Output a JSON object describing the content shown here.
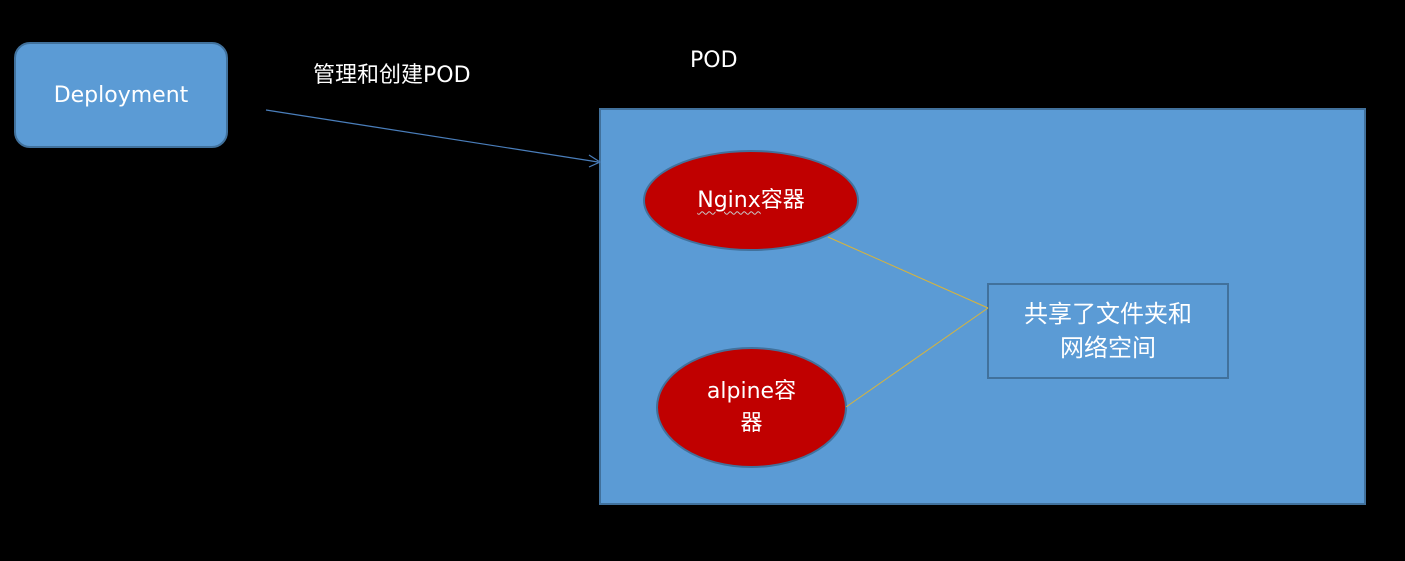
{
  "deployment": {
    "label": "Deployment"
  },
  "arrow_label": "管理和创建POD",
  "pod_label": "POD",
  "nginx": {
    "name": "Nginx",
    "suffix": "容器"
  },
  "alpine": {
    "line1": "alpine容",
    "line2": "器"
  },
  "shared": {
    "line1": "共享了文件夹和",
    "line2": "网络空间"
  },
  "colors": {
    "background": "#000000",
    "box_fill": "#5b9bd5",
    "box_border": "#41719c",
    "container_fill": "#c00000",
    "connector_line": "#d9b43a",
    "arrow_line": "#4a7ebb"
  }
}
